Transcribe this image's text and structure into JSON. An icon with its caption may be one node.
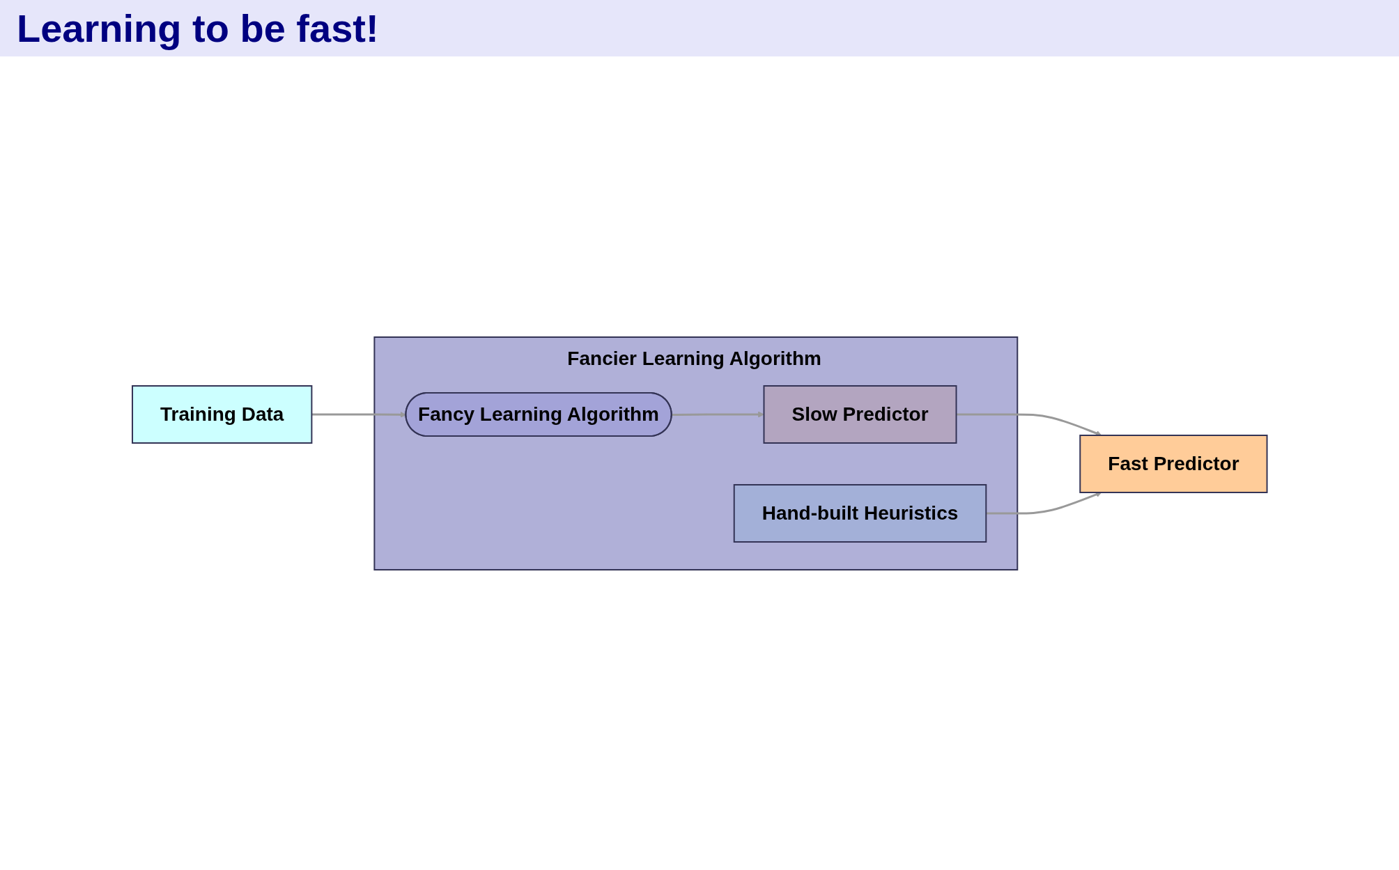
{
  "diagram": {
    "title": "Learning to be fast!",
    "nodes": [
      {
        "text": [
          "Training Data"
        ]
      },
      {
        "text": [
          "Fancier Learning Algorithm"
        ]
      },
      {
        "text": [
          "Hand-built Heuristics"
        ],
        "in": 1
      },
      {
        "text": [
          "Fancy Learning Algorithm"
        ],
        "in": 1
      },
      {
        "text": [
          "Slow Predictor"
        ],
        "in": 1
      },
      {
        "text": [
          "Fast Predictor"
        ]
      }
    ],
    "edges": [
      {
        "from": 0,
        "to": 3,
        "arrow": "to"
      },
      {
        "from": 3,
        "to": 4,
        "arrow": "to"
      },
      {
        "from": 4,
        "to": 5,
        "arrow": "to"
      },
      {
        "from": 2,
        "to": 5,
        "arrow": "to"
      }
    ]
  }
}
